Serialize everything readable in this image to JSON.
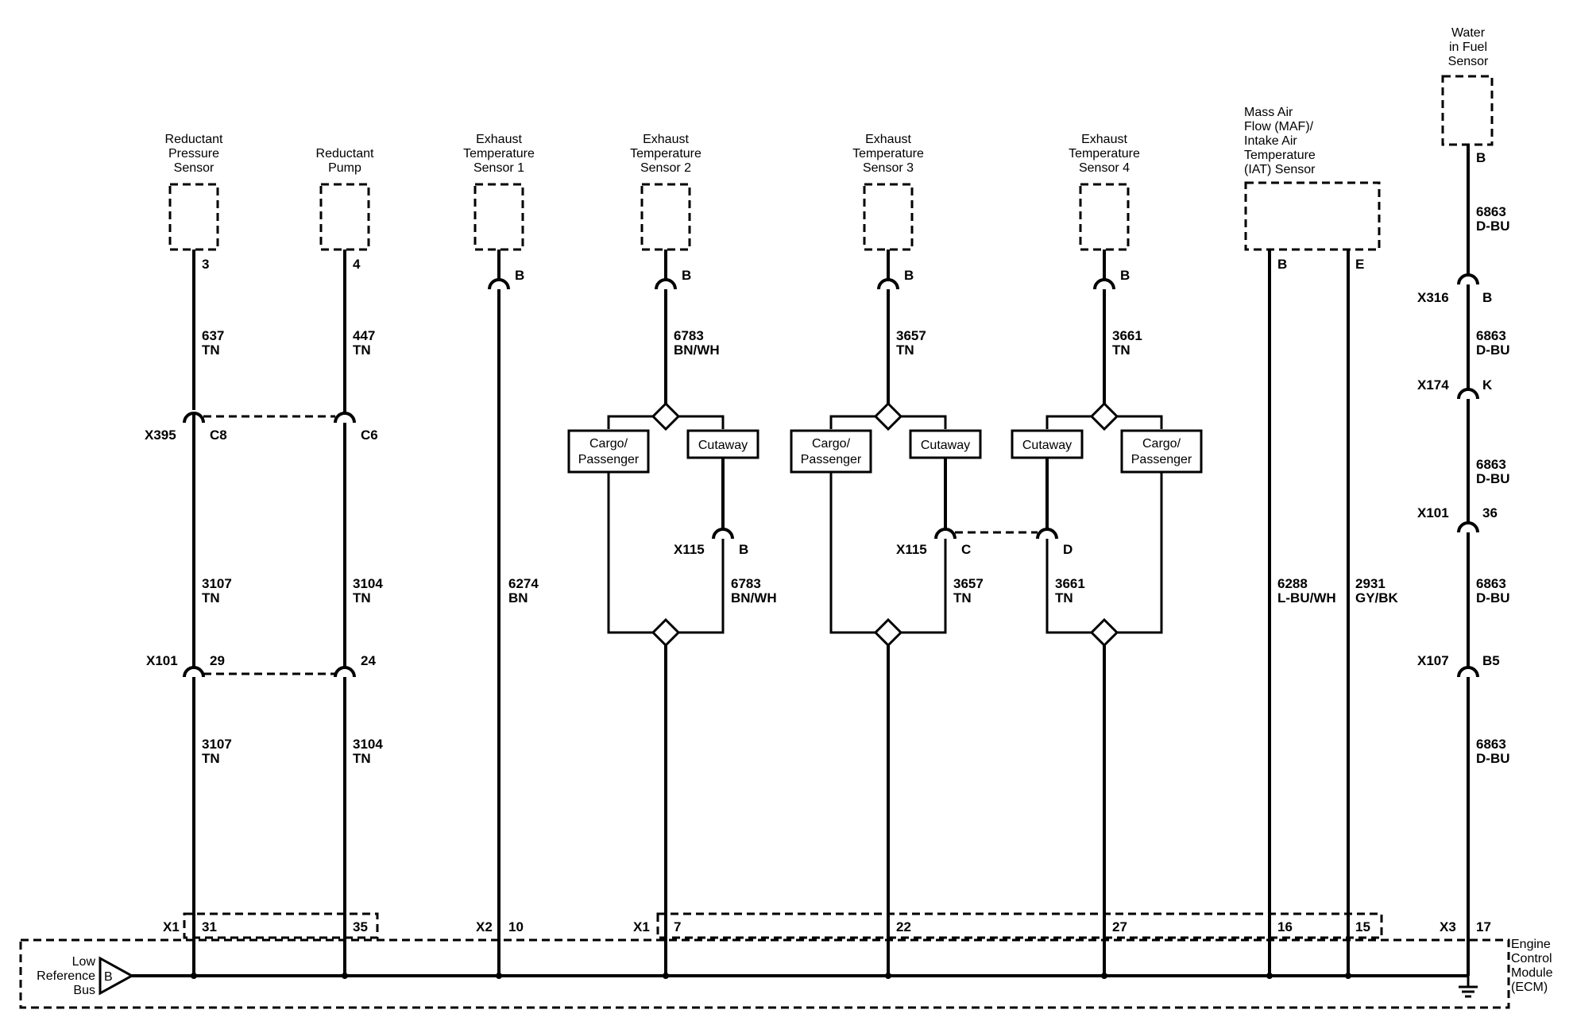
{
  "components": {
    "reductant_pressure_sensor": [
      "Reductant",
      "Pressure",
      "Sensor"
    ],
    "reductant_pump": [
      "Reductant",
      "Pump"
    ],
    "exhaust_temp_sensor_1": [
      "Exhaust",
      "Temperature",
      "Sensor 1"
    ],
    "exhaust_temp_sensor_2": [
      "Exhaust",
      "Temperature",
      "Sensor 2"
    ],
    "exhaust_temp_sensor_3": [
      "Exhaust",
      "Temperature",
      "Sensor 3"
    ],
    "exhaust_temp_sensor_4": [
      "Exhaust",
      "Temperature",
      "Sensor 4"
    ],
    "maf_iat_sensor": [
      "Mass Air",
      "Flow (MAF)/",
      "Intake Air",
      "Temperature",
      "(IAT) Sensor"
    ],
    "water_in_fuel_sensor": [
      "Water",
      "in Fuel",
      "Sensor"
    ],
    "ecm": [
      "Engine",
      "Control",
      "Module",
      "(ECM)"
    ],
    "low_reference_bus": [
      "Low",
      "Reference",
      "Bus"
    ],
    "bus_pin": "B"
  },
  "pins": {
    "rps": "3",
    "rp": "4",
    "ets1": "B",
    "ets2": "B",
    "ets3": "B",
    "ets4": "B",
    "maf_b": "B",
    "maf_e": "E",
    "wif": "B"
  },
  "wires": {
    "rps_top": [
      "637",
      "TN"
    ],
    "rp_top": [
      "447",
      "TN"
    ],
    "ets2_top": [
      "6783",
      "BN/WH"
    ],
    "ets3_top": [
      "3657",
      "TN"
    ],
    "ets4_top": [
      "3661",
      "TN"
    ],
    "rps_mid": [
      "3107",
      "TN"
    ],
    "rp_mid": [
      "3104",
      "TN"
    ],
    "ets1_main": [
      "6274",
      "BN"
    ],
    "ets2_cut": [
      "6783",
      "BN/WH"
    ],
    "ets3_cut": [
      "3657",
      "TN"
    ],
    "ets4_cut": [
      "3661",
      "TN"
    ],
    "rps_bot": [
      "3107",
      "TN"
    ],
    "rp_bot": [
      "3104",
      "TN"
    ],
    "maf_b": [
      "6288",
      "L-BU/WH"
    ],
    "maf_e": [
      "2931",
      "GY/BK"
    ],
    "wif_1": [
      "6863",
      "D-BU"
    ],
    "wif_2": [
      "6863",
      "D-BU"
    ],
    "wif_3": [
      "6863",
      "D-BU"
    ],
    "wif_4": [
      "6863",
      "D-BU"
    ],
    "wif_5": [
      "6863",
      "D-BU"
    ]
  },
  "connectors": {
    "x395": "X395",
    "x395_c8": "C8",
    "x395_c6": "C6",
    "x101": "X101",
    "x101_29": "29",
    "x101_24": "24",
    "x115_left": "X115",
    "x115_b": "B",
    "x115_mid": "X115",
    "x115_c": "C",
    "x115_d": "D",
    "x316": "X316",
    "x316_pin": "B",
    "x174": "X174",
    "x174_pin": "K",
    "x101_r": "X101",
    "x101_r_pin": "36",
    "x107": "X107",
    "x107_pin": "B5"
  },
  "options": {
    "cargo_passenger": [
      "Cargo/",
      "Passenger"
    ],
    "cutaway": "Cutaway"
  },
  "ecm_pins": {
    "x1_a": "X1",
    "p31": "31",
    "p35": "35",
    "x2": "X2",
    "p10": "10",
    "x1_b": "X1",
    "p7": "7",
    "p22": "22",
    "p27": "27",
    "p16": "16",
    "p15": "15",
    "x3": "X3",
    "p17": "17"
  }
}
